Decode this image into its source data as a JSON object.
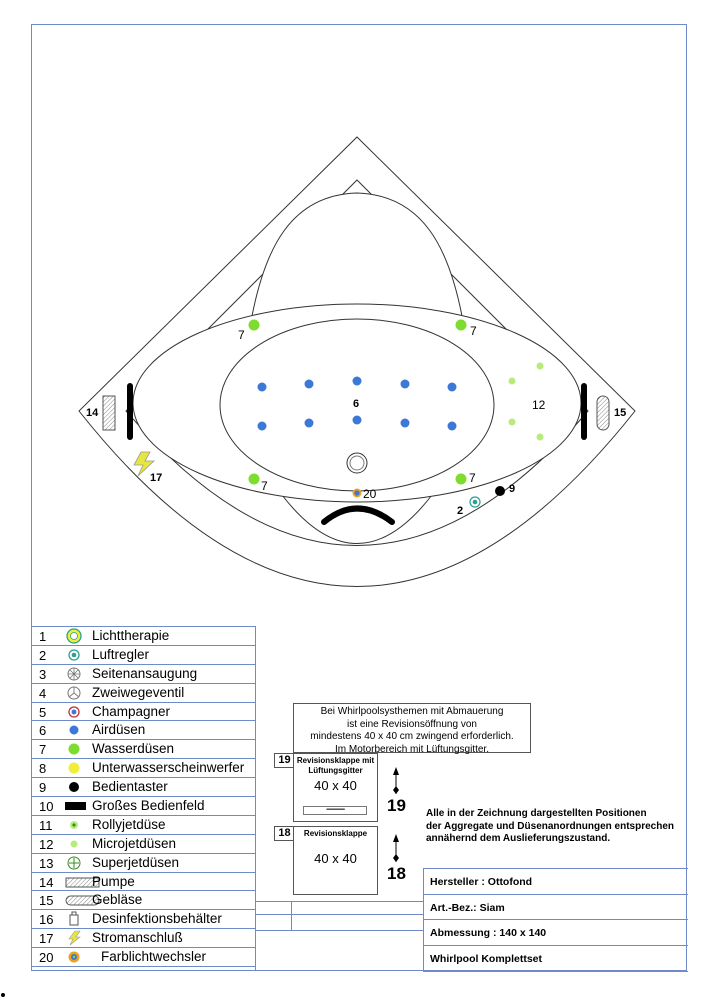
{
  "drawing_labels": {
    "left_pump": "14",
    "right_blower": "15",
    "power": "17",
    "jets_top_left": "7",
    "jets_top_right": "7",
    "jets_bottom_left": "7",
    "jets_bottom_right": "7",
    "air_jets": "6",
    "micro_jets": "12",
    "color_light": "20",
    "button": "9",
    "air_regulator": "2"
  },
  "legend": [
    {
      "num": "1",
      "icon": "lichttherapie-icon",
      "label": "Lichttherapie"
    },
    {
      "num": "2",
      "icon": "luftregler-icon",
      "label": "Luftregler"
    },
    {
      "num": "3",
      "icon": "seitenansaugung-icon",
      "label": "Seitenansaugung"
    },
    {
      "num": "4",
      "icon": "zweiwegeventil-icon",
      "label": "Zweiwegeventil"
    },
    {
      "num": "5",
      "icon": "champagner-icon",
      "label": "Champagner"
    },
    {
      "num": "6",
      "icon": "airduese-icon",
      "label": "Airdüsen"
    },
    {
      "num": "7",
      "icon": "wasserduese-icon",
      "label": "Wasserdüsen"
    },
    {
      "num": "8",
      "icon": "unterwasserscheinwerfer-icon",
      "label": "Unterwasserscheinwerfer"
    },
    {
      "num": "9",
      "icon": "bedientaster-icon",
      "label": "Bedientaster"
    },
    {
      "num": "10",
      "icon": "bedienfeld-icon",
      "label": "Großes Bedienfeld"
    },
    {
      "num": "11",
      "icon": "rollyjetduese-icon",
      "label": "Rollyjetdüse"
    },
    {
      "num": "12",
      "icon": "microjetduese-icon",
      "label": "Microjetdüsen"
    },
    {
      "num": "13",
      "icon": "superjetduese-icon",
      "label": "Superjetdüsen"
    },
    {
      "num": "14",
      "icon": "pumpe-icon",
      "label": "Pumpe"
    },
    {
      "num": "15",
      "icon": "geblaese-icon",
      "label": "Gebläse"
    },
    {
      "num": "16",
      "icon": "desinfektion-icon",
      "label": "Desinfektionsbehälter"
    },
    {
      "num": "17",
      "icon": "stromanschluss-icon",
      "label": "Stromanschluß"
    },
    {
      "num": "20",
      "icon": "farblichtwechsler-icon",
      "label": "Farblichtwechsler"
    }
  ],
  "info_text": [
    "Bei Whirlpoolsysthemen mit Abmauerung",
    "ist eine Revisionsöffnung von",
    "mindestens 40 x 40 cm zwingend erforderlich.",
    "Im Motorbereich mit Lüftungsgitter."
  ],
  "revision19": {
    "tag": "19",
    "title_line1": "Revisionsklappe mit",
    "title_line2": "Lüftungsgitter",
    "dim": "40 x 40",
    "arrow_num": "19"
  },
  "revision18": {
    "tag": "18",
    "title": "Revisionsklappe",
    "dim": "40 x 40",
    "arrow_num": "18"
  },
  "note": [
    "Alle in der Zeichnung dargestellten Positionen",
    "der Aggregate und Düsenanordnungen entsprechen",
    "annähernd dem Auslieferungszustand."
  ],
  "title_block": {
    "hersteller": "Hersteller : Ottofond",
    "art_bez": "Art.-Bez.: Siam",
    "abmessung": "Abmessung : 140 x 140",
    "product": "Whirlpool  Komplettset"
  },
  "colors": {
    "frame": "#6d8bc9",
    "water_jet": "#7ddc2e",
    "air_jet": "#3b78d8",
    "micro_jet": "#b8ec7a",
    "spot": "#f0ee3a"
  }
}
